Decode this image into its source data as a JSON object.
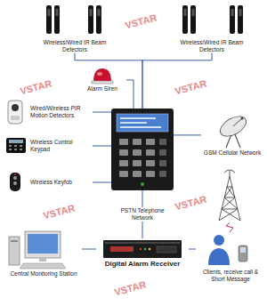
{
  "diagram": {
    "nodes": [
      {
        "text": [
          "Wireless/Wired IR Beam Detectors"
        ]
      },
      {
        "text": [
          "Wireless/Wired IR Beam Detectors"
        ]
      },
      {
        "text": [
          "Alarm Siren"
        ]
      },
      {
        "text": [
          "Wired/Wireless PIR Motion Detectors"
        ]
      },
      {
        "text": [
          "Wireless Control Keypad"
        ]
      },
      {
        "text": [
          "Wireless Keyfob"
        ]
      },
      {
        "text": []
      },
      {
        "text": [
          "GSM Cellular Network"
        ]
      },
      {
        "text": [
          "Digital Alarm Receiver"
        ]
      },
      {
        "text": [
          "Central Monitoring Station"
        ]
      },
      {
        "text": [
          "Clients, receive call & Short Message"
        ]
      }
    ],
    "edges": [
      {
        "from": 6,
        "to": 0,
        "arrow": "none"
      },
      {
        "from": 6,
        "to": 1,
        "arrow": "none"
      },
      {
        "from": 6,
        "to": 2,
        "arrow": "none"
      },
      {
        "from": 6,
        "to": 3,
        "arrow": "none"
      },
      {
        "from": 6,
        "to": 4,
        "arrow": "none"
      },
      {
        "from": 6,
        "to": 5,
        "arrow": "none"
      },
      {
        "from": 6,
        "to": 7,
        "arrow": "none"
      },
      {
        "from": 6,
        "to": 8,
        "label": "PSTN Telephone Network",
        "arrow": "none"
      },
      {
        "from": 8,
        "to": 9,
        "arrow": "none"
      },
      {
        "from": 8,
        "to": 10,
        "arrow": "none"
      }
    ],
    "labels": [
      "VSTAR",
      "VSTAR",
      "VSTAR",
      "VSTAR",
      "VSTAR",
      "VSTAR"
    ]
  }
}
